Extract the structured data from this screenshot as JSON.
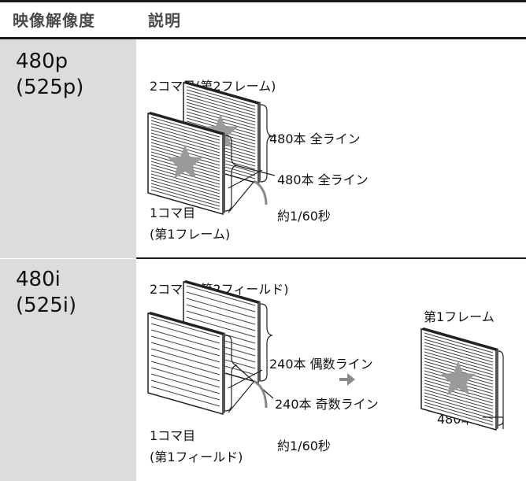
{
  "header": {
    "col1": "映像解像度",
    "col2": "説明"
  },
  "rows": [
    {
      "resolution_line1": "480p",
      "resolution_line2": "(525p)",
      "frame2_label": "2コマ目(第2フレーム)",
      "back_lines": "480本 全ライン",
      "front_lines": "480本 全ライン",
      "frame1_line1": "1コマ目",
      "frame1_line2": "(第1フレーム)",
      "interval": "約1/60秒"
    },
    {
      "resolution_line1": "480i",
      "resolution_line2": "(525i)",
      "frame2_label": "2コマ目(第2フィールド)",
      "back_lines": "240本 偶数ライン",
      "front_lines": "240本 奇数ライン",
      "frame1_line1": "1コマ目",
      "frame1_line2": "(第1フィールド)",
      "interval": "約1/60秒",
      "result_label": "第1フレーム",
      "result_lines": "480本"
    }
  ]
}
